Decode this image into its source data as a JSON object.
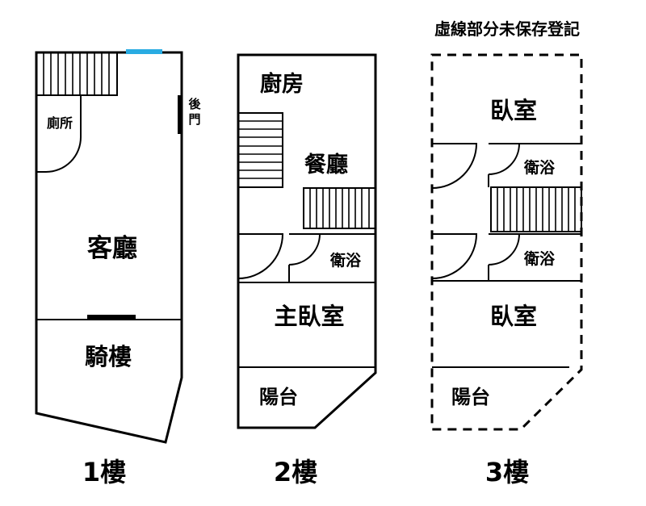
{
  "note": "虛線部分未保存登記",
  "colors": {
    "line": "#000000",
    "accent": "#29abe2",
    "background": "#ffffff"
  },
  "floor1": {
    "label": "1樓",
    "toilet": "廁所",
    "back_door_char1": "後",
    "back_door_char2": "門",
    "living_room": "客廳",
    "arcade": "騎樓"
  },
  "floor2": {
    "label": "2樓",
    "kitchen": "廚房",
    "dining_room": "餐廳",
    "bathroom": "衛浴",
    "master_bedroom": "主臥室",
    "balcony": "陽台"
  },
  "floor3": {
    "label": "3樓",
    "bedroom_top": "臥室",
    "bathroom_top": "衛浴",
    "bathroom_bottom": "衛浴",
    "bedroom_bottom": "臥室",
    "balcony": "陽台"
  }
}
